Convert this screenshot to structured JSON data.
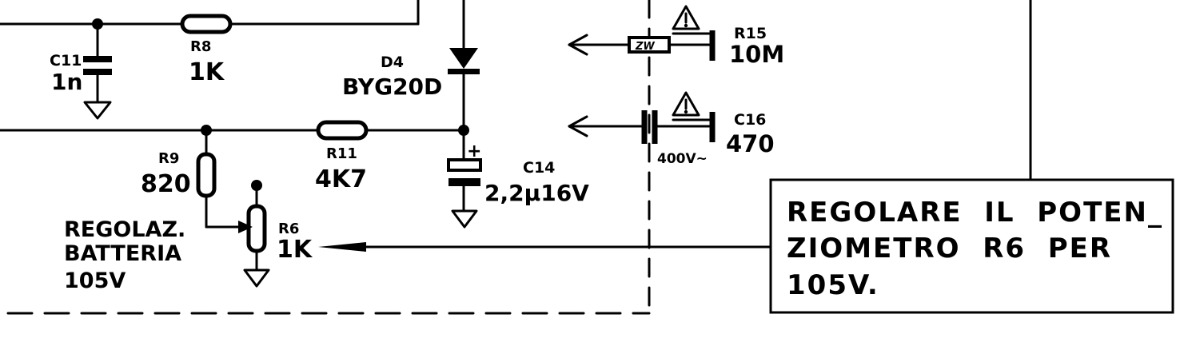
{
  "components": {
    "c11": {
      "ref": "C11",
      "value": "1n"
    },
    "r8": {
      "ref": "R8",
      "value": "1K"
    },
    "d4": {
      "ref": "D4",
      "value": "BYG20D"
    },
    "r9": {
      "ref": "R9",
      "value": "820"
    },
    "r11": {
      "ref": "R11",
      "value": "4K7"
    },
    "c14": {
      "ref": "C14",
      "value": "2,2µ16V",
      "polarity": "+"
    },
    "r6": {
      "ref": "R6",
      "value": "1K"
    },
    "r15": {
      "ref": "R15",
      "value": "10M",
      "body_marking": "ZW"
    },
    "c16": {
      "ref": "C16",
      "value": "470",
      "rating": "400V~"
    }
  },
  "warning_icons": [
    "warning-icon",
    "warning-icon"
  ],
  "battery_label": [
    "REGOLAZ.",
    "BATTERIA",
    "105V"
  ],
  "note": {
    "lines": [
      "REGOLARE  IL  POTEN_",
      "ZIOMETRO  R6  PER",
      "105V."
    ]
  }
}
